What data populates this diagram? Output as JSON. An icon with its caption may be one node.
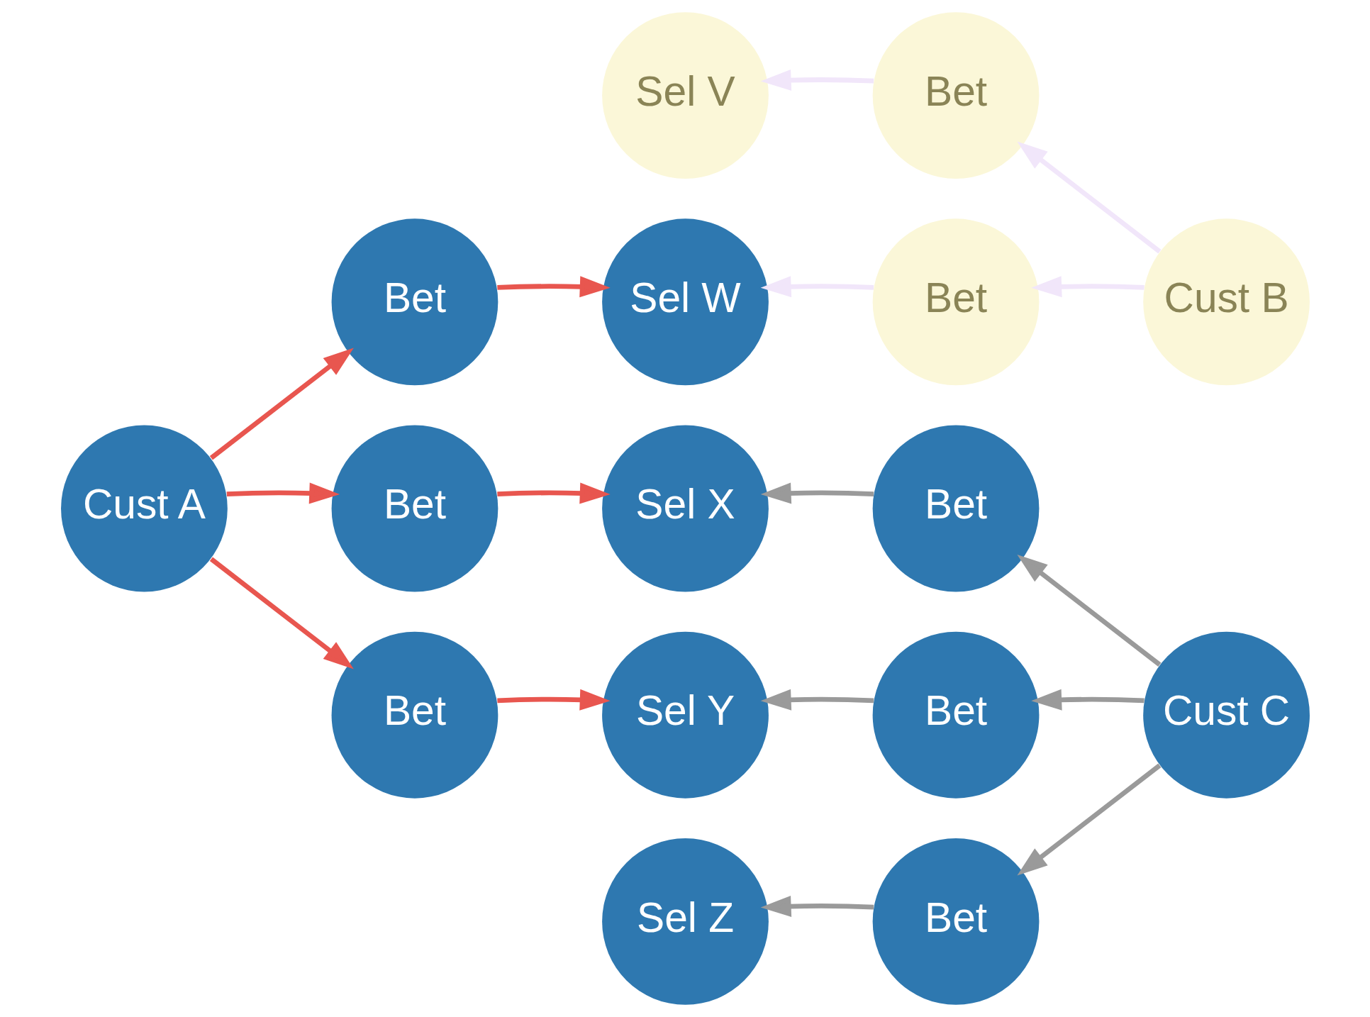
{
  "diagram": {
    "nodes": [
      {
        "text": [
          "Sel V"
        ]
      },
      {
        "text": [
          "Bet"
        ]
      },
      {
        "text": [
          "Bet"
        ]
      },
      {
        "text": [
          "Sel W"
        ]
      },
      {
        "text": [
          "Bet"
        ]
      },
      {
        "text": [
          "Cust B"
        ]
      },
      {
        "text": [
          "Cust A"
        ]
      },
      {
        "text": [
          "Bet"
        ]
      },
      {
        "text": [
          "Sel X"
        ]
      },
      {
        "text": [
          "Bet"
        ]
      },
      {
        "text": [
          "Bet"
        ]
      },
      {
        "text": [
          "Sel Y"
        ]
      },
      {
        "text": [
          "Bet"
        ]
      },
      {
        "text": [
          "Cust C"
        ]
      },
      {
        "text": [
          "Sel Z"
        ]
      },
      {
        "text": [
          "Bet"
        ]
      }
    ],
    "edges": [
      {
        "from": 1,
        "to": 0,
        "arrow": "to",
        "color": "#f1e6fa"
      },
      {
        "from": 5,
        "to": 1,
        "arrow": "to",
        "color": "#f1e6fa"
      },
      {
        "from": 6,
        "to": 2,
        "arrow": "to",
        "color": "#e8564f"
      },
      {
        "from": 2,
        "to": 3,
        "arrow": "to",
        "color": "#e8564f"
      },
      {
        "from": 4,
        "to": 3,
        "arrow": "to",
        "color": "#f1e6fa"
      },
      {
        "from": 5,
        "to": 4,
        "arrow": "to",
        "color": "#f1e6fa"
      },
      {
        "from": 6,
        "to": 7,
        "arrow": "to",
        "color": "#e8564f"
      },
      {
        "from": 7,
        "to": 8,
        "arrow": "to",
        "color": "#e8564f"
      },
      {
        "from": 9,
        "to": 8,
        "arrow": "to",
        "color": "#9a9a9a"
      },
      {
        "from": 13,
        "to": 9,
        "arrow": "to",
        "color": "#9a9a9a"
      },
      {
        "from": 6,
        "to": 10,
        "arrow": "to",
        "color": "#e8564f"
      },
      {
        "from": 10,
        "to": 11,
        "arrow": "to",
        "color": "#e8564f"
      },
      {
        "from": 12,
        "to": 11,
        "arrow": "to",
        "color": "#9a9a9a"
      },
      {
        "from": 13,
        "to": 12,
        "arrow": "to",
        "color": "#9a9a9a"
      },
      {
        "from": 15,
        "to": 14,
        "arrow": "to",
        "color": "#9a9a9a"
      },
      {
        "from": 13,
        "to": 15,
        "arrow": "to",
        "color": "#9a9a9a"
      }
    ]
  }
}
